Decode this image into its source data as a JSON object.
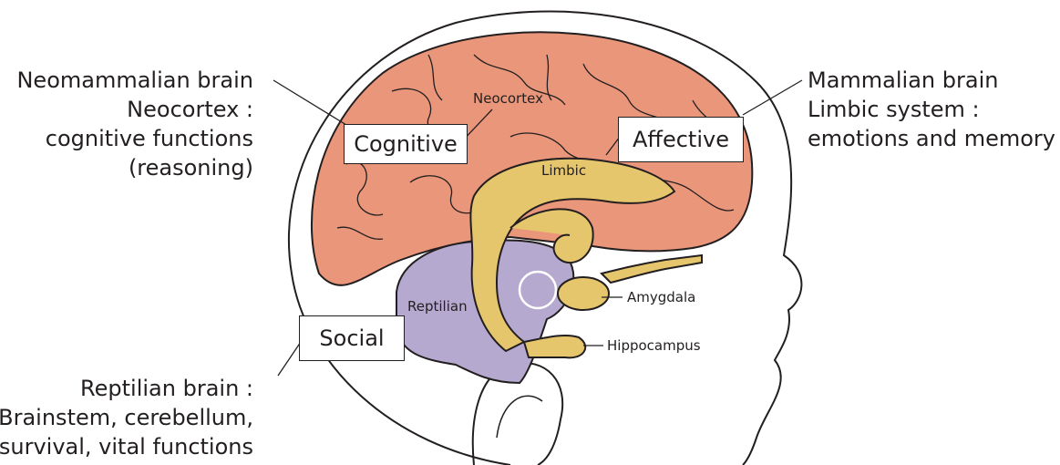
{
  "left_top": {
    "lines": [
      "Neomammalian brain",
      "Neocortex :",
      "cognitive functions",
      "(reasoning)"
    ]
  },
  "right_top": {
    "lines": [
      "Mammalian brain",
      "Limbic system :",
      "emotions and memory"
    ]
  },
  "left_bottom": {
    "lines": [
      "Reptilian brain :",
      "Brainstem, cerebellum,",
      "survival, vital functions"
    ]
  },
  "boxes": {
    "cognitive": "Cognitive",
    "affective": "Affective",
    "social": "Social"
  },
  "brain_labels": {
    "neocortex": "Neocortex",
    "limbic": "Limbic",
    "reptilian": "Reptilian",
    "amygdala": "Amygdala",
    "hippocampus": "Hippocampus"
  },
  "colors": {
    "neocortex": "#e9967a",
    "limbic": "#e6c66c",
    "reptilian": "#b6a9d0",
    "outline": "#231f20"
  }
}
